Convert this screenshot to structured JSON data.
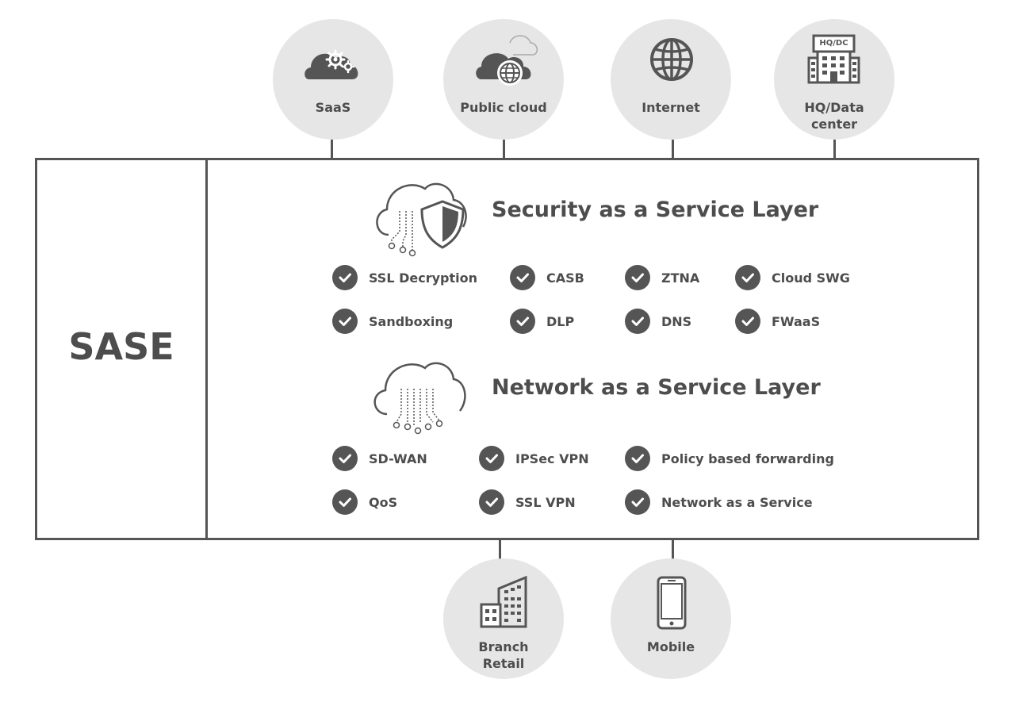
{
  "top_nodes": [
    {
      "label": "SaaS",
      "icon": "cloud-gears-icon"
    },
    {
      "label": "Public cloud",
      "icon": "public-cloud-globe-icon"
    },
    {
      "label": "Internet",
      "icon": "globe-icon"
    },
    {
      "label": "HQ/Data center",
      "line1": "HQ/Data",
      "line2": "center",
      "icon": "hq-building-icon",
      "sign_text": "HQ/DC"
    }
  ],
  "bottom_nodes": [
    {
      "label": "Branch Retail",
      "line1": "Branch",
      "line2": "Retail",
      "icon": "office-buildings-icon"
    },
    {
      "label": "Mobile",
      "icon": "mobile-phone-icon"
    }
  ],
  "sase": {
    "title": "SASE"
  },
  "security_layer": {
    "title": "Security as a Service Layer",
    "icon": "cloud-shield-icon",
    "features": [
      "SSL Decryption",
      "CASB",
      "ZTNA",
      "Cloud SWG",
      "Sandboxing",
      "DLP",
      "DNS",
      "FWaaS"
    ]
  },
  "network_layer": {
    "title": "Network as a Service Layer",
    "icon": "cloud-network-icon",
    "features": [
      "SD-WAN",
      "IPSec VPN",
      "Policy based forwarding",
      "QoS",
      "SSL VPN",
      "Network as a Service"
    ]
  },
  "colors": {
    "line": "#555555",
    "circle": "#e6e6e6",
    "text": "#4d4d4d",
    "check_fill": "#555555"
  }
}
